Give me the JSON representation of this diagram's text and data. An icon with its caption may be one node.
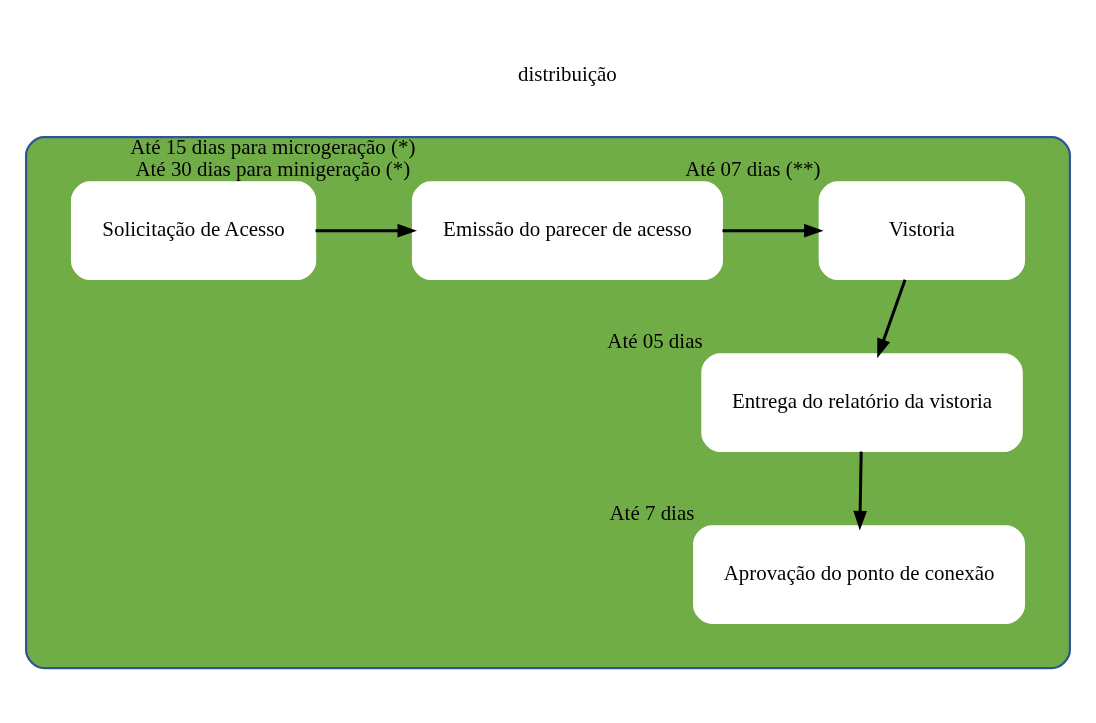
{
  "diagram": {
    "nodes": [
      {
        "text": [],
        "shape": "box"
      },
      {
        "text": [
          "Solicitação de Acesso"
        ],
        "in": 0
      },
      {
        "text": [
          "Emissão do parecer de acesso"
        ],
        "in": 0,
        "beside": [
          "Até 15 dias para microgeração (*)",
          "Até 30 dias para minigeração (*)"
        ]
      },
      {
        "text": [
          "Vistoria"
        ],
        "in": 0,
        "beside": [
          "Até 07 dias (**)"
        ]
      },
      {
        "text": [
          "Entrega do relatório da vistoria"
        ],
        "in": 0,
        "beside": [
          "Até 05 dias"
        ]
      },
      {
        "text": [
          "Aprovação do ponto de conexão"
        ],
        "in": 0,
        "beside": [
          "Até 7 dias"
        ]
      }
    ],
    "edges": [
      {
        "from": 1,
        "to": 2,
        "arrow": "to"
      },
      {
        "from": 2,
        "to": 3,
        "arrow": "to"
      },
      {
        "from": 3,
        "to": 4,
        "arrow": "to"
      },
      {
        "from": 4,
        "to": 5,
        "arrow": "to"
      }
    ],
    "labels": [
      "distribuição"
    ]
  }
}
